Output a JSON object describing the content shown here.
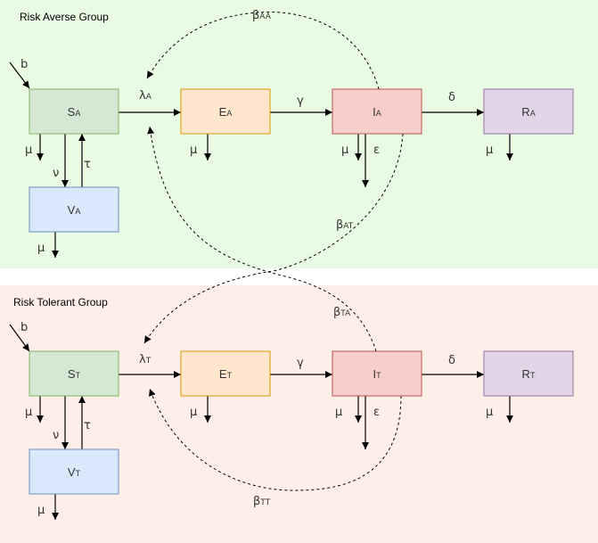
{
  "groups": {
    "averse": {
      "title": "Risk Averse Group",
      "fill": "#e9fbe3"
    },
    "tolerant": {
      "title": "Risk Tolerant Group",
      "fill": "#fdeee8"
    }
  },
  "nodes": {
    "sa": {
      "main": "S",
      "sub": "A",
      "fill": "#d5e8d4",
      "stroke": "#82b366"
    },
    "ea": {
      "main": "E",
      "sub": "A",
      "fill": "#ffe6cc",
      "stroke": "#d79b00"
    },
    "ia": {
      "main": "I",
      "sub": "A",
      "fill": "#f8cecc",
      "stroke": "#b85450"
    },
    "ra": {
      "main": "R",
      "sub": "A",
      "fill": "#e1d5e7",
      "stroke": "#9673a6"
    },
    "va": {
      "main": "V",
      "sub": "A",
      "fill": "#dae8fc",
      "stroke": "#6c8ebf"
    },
    "st": {
      "main": "S",
      "sub": "T",
      "fill": "#d5e8d4",
      "stroke": "#82b366"
    },
    "et": {
      "main": "E",
      "sub": "T",
      "fill": "#ffe6cc",
      "stroke": "#d79b00"
    },
    "it": {
      "main": "I",
      "sub": "T",
      "fill": "#f8cecc",
      "stroke": "#b85450"
    },
    "rt": {
      "main": "R",
      "sub": "T",
      "fill": "#e1d5e7",
      "stroke": "#9673a6"
    },
    "vt": {
      "main": "V",
      "sub": "T",
      "fill": "#dae8fc",
      "stroke": "#6c8ebf"
    }
  },
  "params": {
    "b": "b",
    "mu": "μ",
    "nu": "ν",
    "tau": "τ",
    "gamma": "γ",
    "delta": "δ",
    "epsilon": "ε",
    "lambda_a": {
      "main": "λ",
      "sub": "A"
    },
    "lambda_t": {
      "main": "λ",
      "sub": "T"
    },
    "beta_aa": {
      "main": "β",
      "sub": "AA"
    },
    "beta_at": {
      "main": "β",
      "sub": "AT"
    },
    "beta_ta": {
      "main": "β",
      "sub": "TA"
    },
    "beta_tt": {
      "main": "β",
      "sub": "TT"
    }
  }
}
